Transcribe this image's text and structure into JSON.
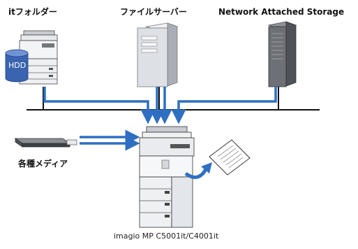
{
  "labels": {
    "it_folder": "itフォルダー",
    "file_server": "ファイルサーバー",
    "nas": "Network Attached Storage",
    "media": "各種メディア",
    "model": "imagio MP C5001it/C4001it"
  },
  "hdd_label": "HDD",
  "colors": {
    "arrow_blue": "#2f6fc1",
    "hdd_blue": "#3a63b0",
    "network_line": "#111111",
    "server_light": "#d9dde3",
    "server_dark": "#6d7076"
  },
  "icons": [
    "printer-icon",
    "hdd-icon",
    "server-tower-icon",
    "nas-tower-icon",
    "usb-media-icon",
    "document-icon",
    "curved-arrow-icon"
  ]
}
